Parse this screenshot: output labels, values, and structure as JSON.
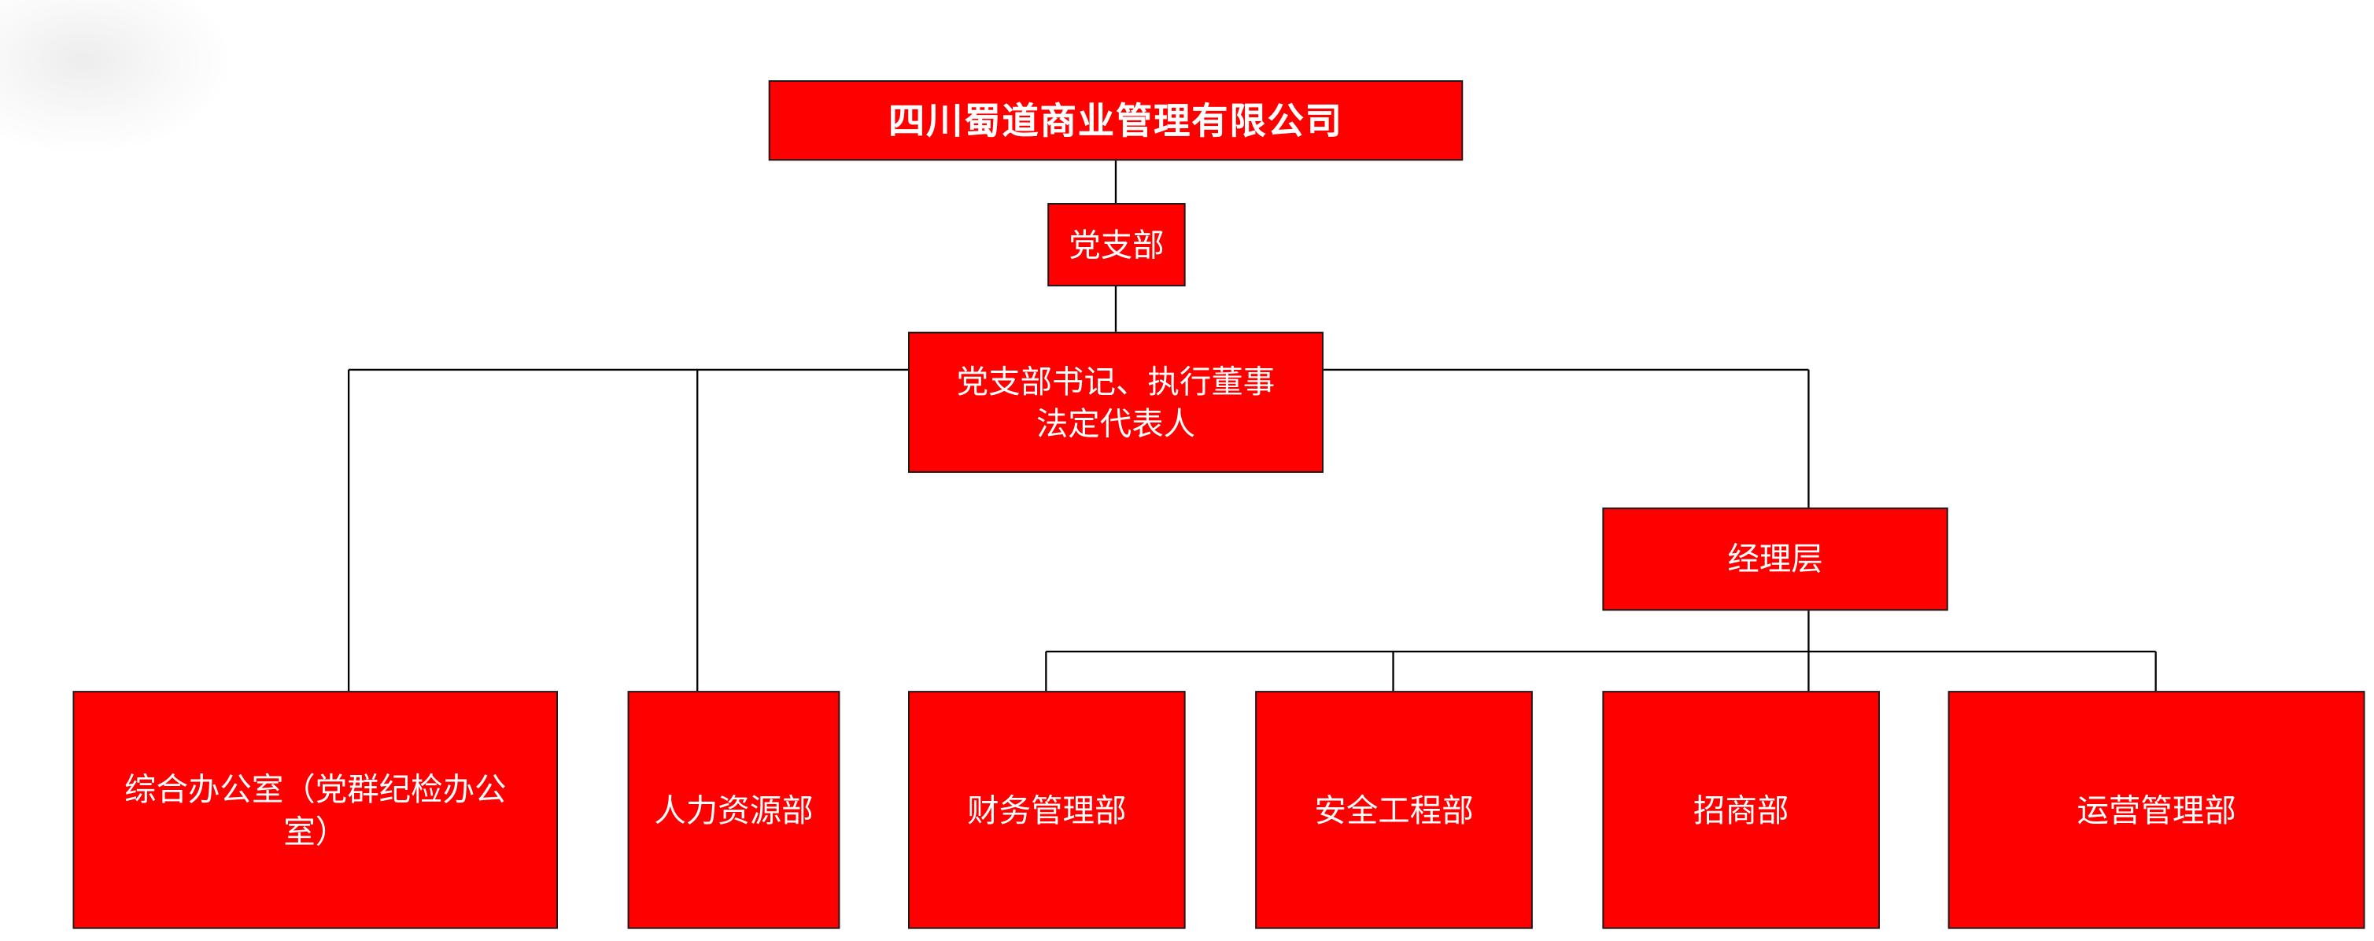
{
  "org_chart": {
    "company": "四川蜀道商业管理有限公司",
    "party_branch": "党支部",
    "executive": {
      "line1": "党支部书记、执行董事",
      "line2": "法定代表人"
    },
    "management": "经理层",
    "departments": [
      {
        "label": "综合办公室（党群纪检办公室）"
      },
      {
        "label": "人力资源部"
      },
      {
        "label": "财务管理部"
      },
      {
        "label": "安全工程部"
      },
      {
        "label": "招商部"
      },
      {
        "label": "运营管理部"
      }
    ]
  }
}
